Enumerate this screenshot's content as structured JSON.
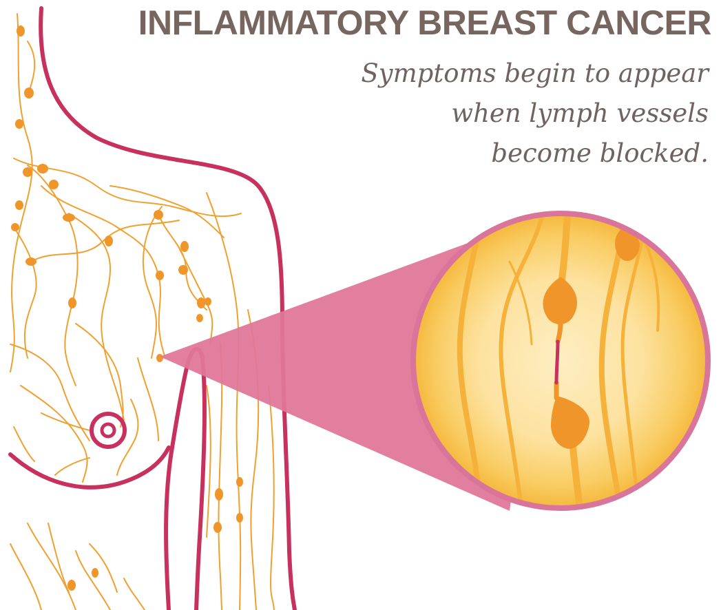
{
  "header": {
    "title": "INFLAMMATORY BREAST CANCER",
    "subtitle_lines": [
      "Symptoms begin to appear",
      "when lymph vessels",
      "become blocked."
    ]
  },
  "colors": {
    "title_text": "#77665f",
    "subtitle_text": "#6e6361",
    "body_outline": "#c8315e",
    "lymph_vessel": "#f0a02e",
    "lymph_node": "#f0952a",
    "callout_cone": "#e07799",
    "lens_core": "#fdeab6",
    "lens_edge": "#f7c04e",
    "lens_border": "#d9749a",
    "blockage": "#c8315e"
  },
  "illustration": {
    "subject": "torso-outline-with-lymph-network",
    "callout": "magnified-lymph-vessel",
    "icons": [
      "nipple-icon",
      "lymph-node-icon",
      "blocked-vessel-icon"
    ]
  }
}
